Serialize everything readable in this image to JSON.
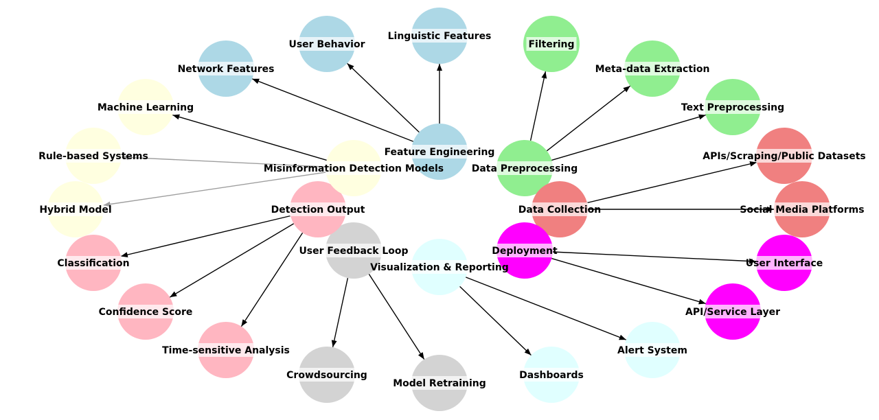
{
  "colors": {
    "blue": "#add8e6",
    "green": "#90ee90",
    "coral": "#f08080",
    "magenta": "#ff00ff",
    "cyan": "#e0ffff",
    "gray": "#d3d3d3",
    "pink": "#ffb6c1",
    "yellow": "#ffffe0"
  },
  "nodes": [
    {
      "id": "fe",
      "label": "Feature Engineering",
      "color": "blue"
    },
    {
      "id": "ling",
      "label": "Linguistic Features",
      "color": "blue"
    },
    {
      "id": "ub",
      "label": "User Behavior",
      "color": "blue"
    },
    {
      "id": "net",
      "label": "Network Features",
      "color": "blue"
    },
    {
      "id": "dp",
      "label": "Data Preprocessing",
      "color": "green"
    },
    {
      "id": "filt",
      "label": "Filtering",
      "color": "green"
    },
    {
      "id": "meta",
      "label": "Meta-data Extraction",
      "color": "green"
    },
    {
      "id": "text",
      "label": "Text Preprocessing",
      "color": "green"
    },
    {
      "id": "dc",
      "label": "Data Collection",
      "color": "coral"
    },
    {
      "id": "apis",
      "label": "APIs/Scraping/Public Datasets",
      "color": "coral"
    },
    {
      "id": "smp",
      "label": "Social Media Platforms",
      "color": "coral"
    },
    {
      "id": "dep",
      "label": "Deployment",
      "color": "magenta"
    },
    {
      "id": "ui",
      "label": "User Interface",
      "color": "magenta"
    },
    {
      "id": "api",
      "label": "API/Service Layer",
      "color": "magenta"
    },
    {
      "id": "viz",
      "label": "Visualization & Reporting",
      "color": "cyan"
    },
    {
      "id": "alert",
      "label": "Alert System",
      "color": "cyan"
    },
    {
      "id": "dash",
      "label": "Dashboards",
      "color": "cyan"
    },
    {
      "id": "ufl",
      "label": "User Feedback Loop",
      "color": "gray"
    },
    {
      "id": "mr",
      "label": "Model Retraining",
      "color": "gray"
    },
    {
      "id": "crowd",
      "label": "Crowdsourcing",
      "color": "gray"
    },
    {
      "id": "do",
      "label": "Detection Output",
      "color": "pink"
    },
    {
      "id": "tsa",
      "label": "Time-sensitive Analysis",
      "color": "pink"
    },
    {
      "id": "conf",
      "label": "Confidence Score",
      "color": "pink"
    },
    {
      "id": "cls",
      "label": "Classification",
      "color": "pink"
    },
    {
      "id": "mdm",
      "label": "Misinformation Detection Models",
      "color": "yellow"
    },
    {
      "id": "ml",
      "label": "Machine Learning",
      "color": "yellow"
    },
    {
      "id": "rbs",
      "label": "Rule-based Systems",
      "color": "yellow"
    },
    {
      "id": "hyb",
      "label": "Hybrid Model",
      "color": "yellow"
    }
  ],
  "edges": [
    {
      "from": "fe",
      "to": "ling"
    },
    {
      "from": "fe",
      "to": "ub"
    },
    {
      "from": "fe",
      "to": "net"
    },
    {
      "from": "dp",
      "to": "filt"
    },
    {
      "from": "dp",
      "to": "meta"
    },
    {
      "from": "dp",
      "to": "text"
    },
    {
      "from": "dc",
      "to": "apis"
    },
    {
      "from": "dc",
      "to": "smp"
    },
    {
      "from": "dep",
      "to": "ui"
    },
    {
      "from": "dep",
      "to": "api"
    },
    {
      "from": "viz",
      "to": "alert"
    },
    {
      "from": "viz",
      "to": "dash"
    },
    {
      "from": "ufl",
      "to": "mr"
    },
    {
      "from": "ufl",
      "to": "crowd"
    },
    {
      "from": "do",
      "to": "tsa"
    },
    {
      "from": "do",
      "to": "conf"
    },
    {
      "from": "do",
      "to": "cls"
    },
    {
      "from": "mdm",
      "to": "ml"
    },
    {
      "from": "mdm",
      "to": "rbs"
    },
    {
      "from": "mdm",
      "to": "hyb"
    }
  ]
}
